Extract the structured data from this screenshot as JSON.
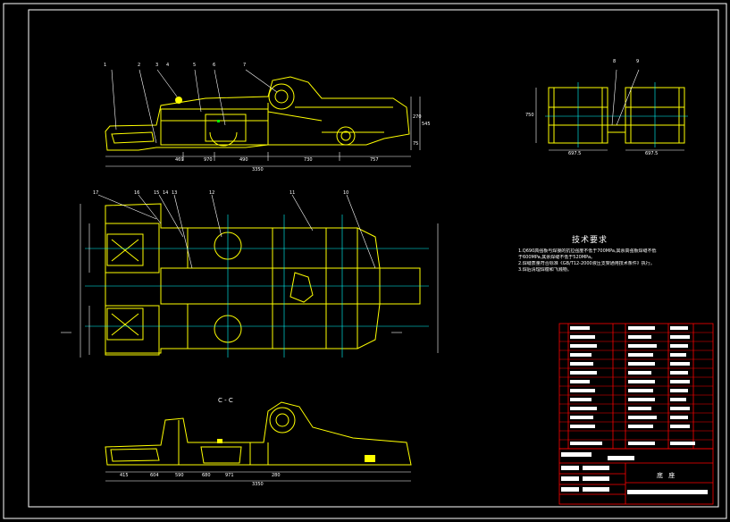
{
  "technical_requirements": {
    "title": "技术要求",
    "lines": [
      "1.Q690高强板与焊接的抗拉强度不低于700MPa,其余高强板焊缝不低",
      "于600MPa,其余焊缝不低于520MPa。",
      "2.焊缝质量符合标准《GB/T12-2000液压支架通用技术条件》执行。",
      "3.焊后清理焊瘤和飞溅物。"
    ]
  },
  "title_block": {
    "drawing_name": "底 座"
  },
  "section_label": "C - C",
  "part_numbers_top": [
    "1",
    "2",
    "3",
    "4",
    "5",
    "6",
    "7"
  ],
  "part_numbers_plan": [
    "17",
    "16",
    "15",
    "14",
    "13",
    "12",
    "11",
    "10"
  ],
  "part_numbers_side": [
    "8",
    "9"
  ],
  "dims_top": [
    "469",
    "970",
    "490",
    "730",
    "757",
    "3350",
    "270",
    "545",
    "75"
  ],
  "dims_side": [
    "697.5",
    "697.5",
    "750"
  ],
  "dims_section": [
    "415",
    "604",
    "590",
    "680",
    "971",
    "280",
    "3350"
  ],
  "colors": {
    "background": "#000000",
    "outline": "#ffff00",
    "centerline": "#00ffff",
    "border": "#ffffff",
    "titleblock": "#ff0000",
    "green": "#00ff00"
  }
}
